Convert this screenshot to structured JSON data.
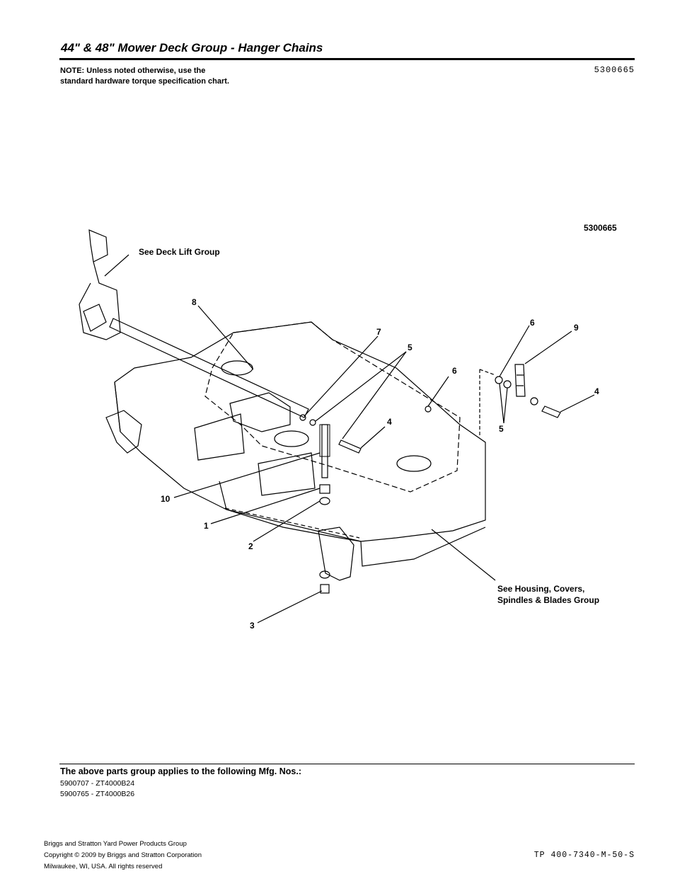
{
  "header": {
    "title": "44\" & 48\" Mower Deck Group - Hanger Chains",
    "note": "NOTE: Unless noted otherwise, use the standard hardware torque specification chart.",
    "doc_number": "5300665"
  },
  "diagram": {
    "figure_number": "5300665",
    "callouts": {
      "deck_lift": "See Deck Lift Group",
      "housing_line1": "See Housing, Covers,",
      "housing_line2": "Spindles & Blades Group"
    },
    "part_labels": [
      "8",
      "7",
      "5",
      "6",
      "4",
      "6",
      "9",
      "4",
      "5",
      "10",
      "1",
      "2",
      "3"
    ]
  },
  "footer": {
    "applies_title": "The above parts group applies to the following Mfg. Nos.:",
    "mfg_numbers": [
      "5900707 - ZT4000B24",
      "5900765 - ZT4000B26"
    ],
    "company_lines": [
      "Briggs and Stratton Yard Power Products Group",
      "Copyright ©  2009 by Briggs and Stratton Corporation",
      "Milwaukee, WI, USA. All rights reserved"
    ],
    "tp_number": "TP 400-7340-M-50-S"
  }
}
